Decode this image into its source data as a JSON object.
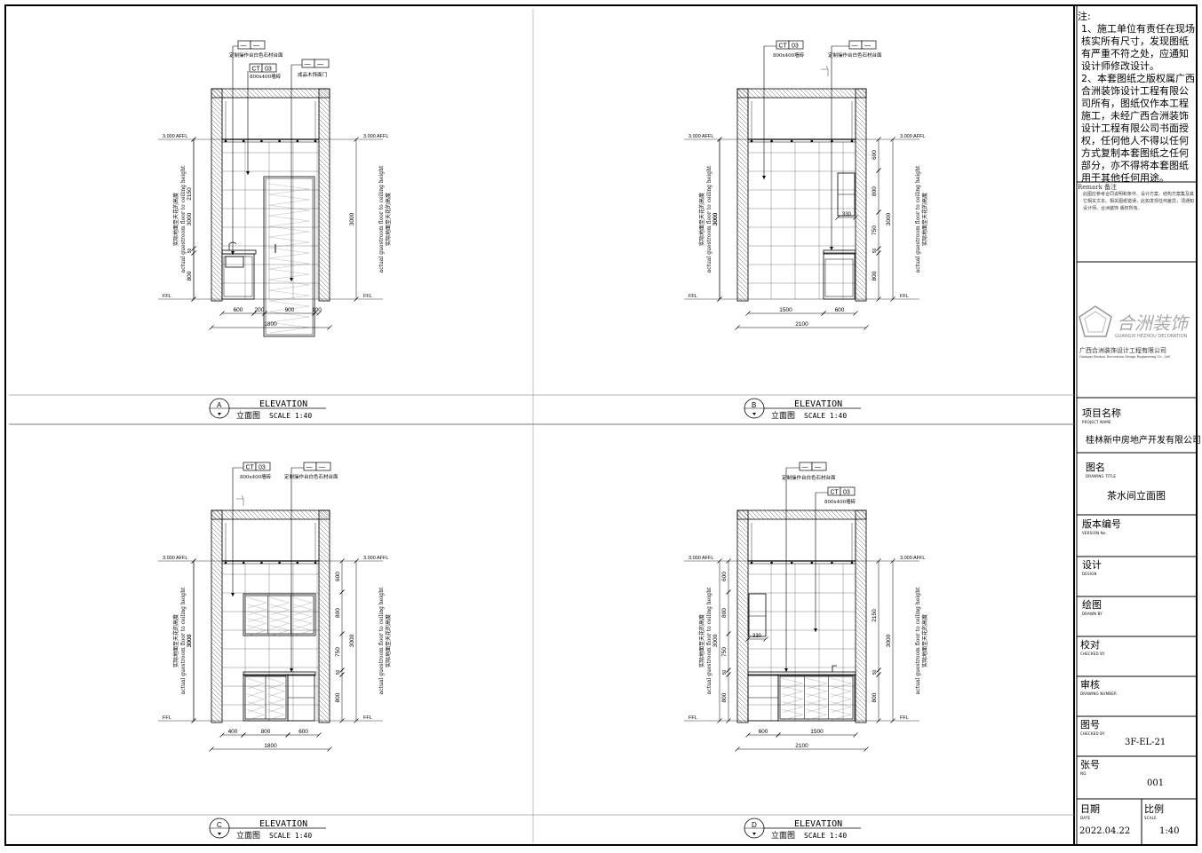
{
  "notes": {
    "title": "注:",
    "items": [
      "1、施工单位有责任在现场核实所有尺寸，发现图纸有严重不符之处，应通知设计师修改设计。",
      "2、本套图纸之版权属广西合洲装饰设计工程有限公司所有，图纸仅作本工程施工，未经广西合洲装饰设计工程有限公司书面授权，任何他人不得以任何方式复制本套图纸之任何部分，亦不得将本套图纸用于其他任何用途。"
    ]
  },
  "remark": {
    "heading": "Remark 备注",
    "text": "此图应参考合同说明和条件、设计方案、结构方案集及其它相关文本。相关图纸错误，此如发现任何差异，须通知设计师。合洲装饰 版权所有。"
  },
  "logo": {
    "wordmark": "合洲装饰",
    "en": "GUANGXI HEZHOU DECORATION",
    "company_cn": "广西合洲装饰设计工程有限公司",
    "company_en": "Guangxi Hezhou Decoration Design Engineering Co., Ltd"
  },
  "title_block": {
    "project_label_cn": "项目名称",
    "project_label_en": "PROJECT NAME",
    "project_value": "桂林新中房地产开发有限公司",
    "drawing_title_cn": "图名",
    "drawing_title_en": "DRAWING TITLE",
    "drawing_title_value": "茶水间立面图",
    "version_cn": "版本编号",
    "version_en": "VERSION No.",
    "design_cn": "设计",
    "design_en": "DESIGN",
    "drawn_cn": "绘图",
    "drawn_en": "DRAWN BY",
    "checked_cn": "校对",
    "checked_en": "CHECKED BY",
    "review_cn": "审核",
    "review_en": "DRAWING NUMBER",
    "dwgno_cn": "图号",
    "dwgno_en": "CHECKED BY",
    "dwgno_value": "3F-EL-21",
    "sheet_cn": "张号",
    "sheet_en": "NO.",
    "sheet_value": "001",
    "date_cn": "日期",
    "date_en": "DATE",
    "date_value": "2022.04.22",
    "scale_cn": "比例",
    "scale_en": "SCALE",
    "scale_value": "1:40"
  },
  "common": {
    "elevation": "ELEVATION",
    "elev_cn": "立面图",
    "scale": "SCALE 1:40",
    "afl": "3.000 AFFL",
    "ffl": "FFL",
    "height_cn": "实际地面至天花的高度",
    "height_en": "actual guestroom floor to ceiling height",
    "tag_ct": "CT",
    "tag_03": "03",
    "tag_dash": "—",
    "tile": "800x400墙砖",
    "counter": "定制操作台白色石材台面",
    "door": "成品木饰面门"
  },
  "panels": [
    {
      "id": "A",
      "vdims": [
        "2150",
        "50",
        "800",
        "3000"
      ],
      "hdims": [
        "600",
        "200",
        "900",
        "100"
      ],
      "total": "1800"
    },
    {
      "id": "B",
      "vdims": [
        "3000",
        "600",
        "800",
        "750",
        "50",
        "800",
        "3000"
      ],
      "hdims": [
        "1500",
        "600"
      ],
      "total": "2100",
      "shelf": "330"
    },
    {
      "id": "C",
      "vdims": [
        "3000",
        "600",
        "800",
        "750",
        "50",
        "800"
      ],
      "hdims": [
        "400",
        "800",
        "600"
      ],
      "total": "1800"
    },
    {
      "id": "D",
      "vdims": [
        "600",
        "800",
        "750",
        "50",
        "800",
        "3000",
        "2150",
        "50",
        "800"
      ],
      "hdims": [
        "600",
        "1500"
      ],
      "total": "2100",
      "shelf": "330"
    }
  ]
}
